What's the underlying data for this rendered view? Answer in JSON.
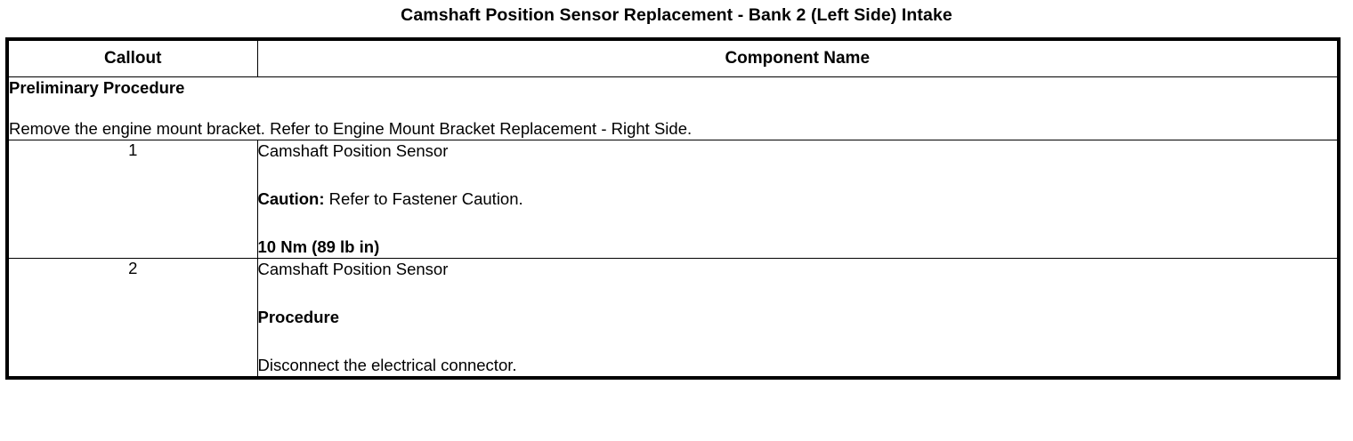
{
  "document": {
    "title": "Camshaft Position Sensor Replacement - Bank 2 (Left Side) Intake",
    "background_color": "#ffffff",
    "text_color": "#000000",
    "border_color": "#000000"
  },
  "table": {
    "headers": {
      "callout": "Callout",
      "component_name": "Component Name"
    },
    "preliminary": {
      "heading": "Preliminary Procedure",
      "body": "Remove the engine mount bracket. Refer to Engine Mount Bracket Replacement - Right Side."
    },
    "rows": [
      {
        "callout": "1",
        "lines": [
          {
            "text": "Camshaft Position Sensor",
            "style": "normal"
          },
          {
            "lead": "Caution:",
            "text": " Refer to Fastener Caution.",
            "style": "lead-bold"
          },
          {
            "text": "10 Nm (89 lb in)",
            "style": "bold"
          }
        ]
      },
      {
        "callout": "2",
        "lines": [
          {
            "text": "Camshaft Position Sensor",
            "style": "normal"
          },
          {
            "text": "Procedure",
            "style": "bold"
          },
          {
            "text": "Disconnect the electrical connector.",
            "style": "normal"
          }
        ]
      }
    ]
  }
}
